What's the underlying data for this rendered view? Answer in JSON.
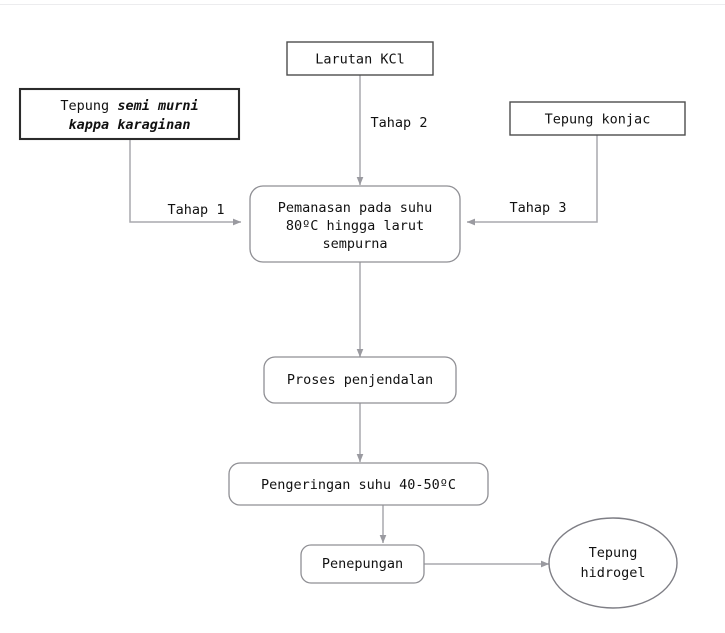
{
  "diagram": {
    "type": "flowchart",
    "title": "",
    "orientation": "top-to-bottom",
    "nodes": {
      "karaginan": {
        "label_line1_plain": "Tepung ",
        "label_line1_italic": "semi murni",
        "label_line2_italic": "kappa karaginan",
        "shape": "rectangle"
      },
      "kcl": {
        "label": "Larutan KCl",
        "shape": "rectangle"
      },
      "konjac": {
        "label": "Tepung konjac",
        "shape": "rectangle"
      },
      "pemanasan": {
        "label_line1": "Pemanasan pada suhu",
        "label_line2": "80ºC hingga larut",
        "label_line3": "sempurna",
        "shape": "rounded-rectangle"
      },
      "penjendalan": {
        "label": "Proses penjendalan",
        "shape": "rounded-rectangle"
      },
      "pengeringan": {
        "label": "Pengeringan suhu 40-50ºC",
        "shape": "rounded-rectangle"
      },
      "penepungan": {
        "label": "Penepungan",
        "shape": "rounded-rectangle"
      },
      "hidrogel": {
        "label_line1": "Tepung",
        "label_line2": "hidrogel",
        "shape": "ellipse"
      }
    },
    "edge_labels": {
      "tahap1": "Tahap 1",
      "tahap2": "Tahap 2",
      "tahap3": "Tahap 3"
    },
    "colors": {
      "background": "#ffffff",
      "text": "#111111",
      "connector": "#a9a9ad",
      "box_border_sharp": "#4d4d4d",
      "box_border_round": "#8f8f94",
      "top_rule": "#ececee"
    }
  }
}
